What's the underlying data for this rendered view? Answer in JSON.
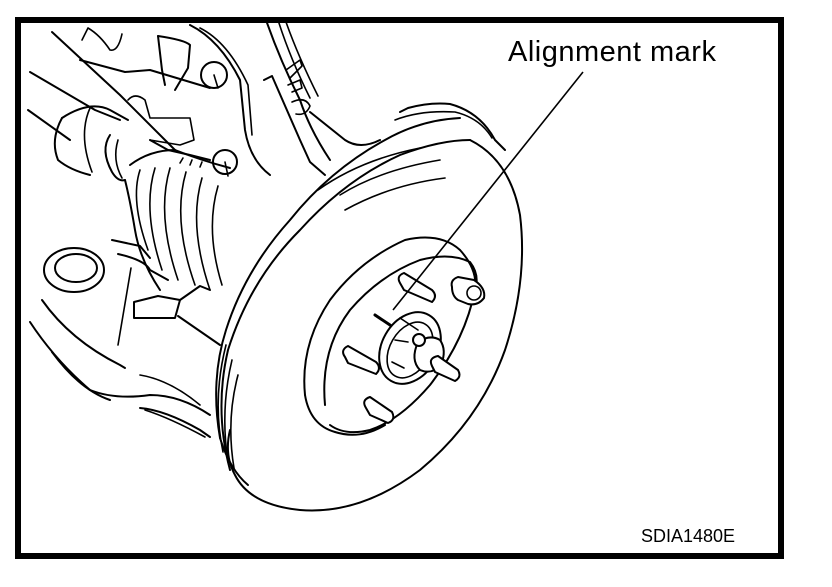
{
  "figure": {
    "callout": {
      "label": "Alignment mark",
      "target": "alignment-mark-on-hub"
    },
    "figure_id": "SDIA1480E",
    "subject": "brake disc rotor and wheel hub assembly",
    "components": [
      "disc-rotor",
      "wheel-hub",
      "wheel-studs",
      "hub-nut",
      "drive-shaft-boot",
      "steering-knuckle",
      "lower-link"
    ]
  },
  "colors": {
    "line": "#000000",
    "background": "#ffffff"
  }
}
